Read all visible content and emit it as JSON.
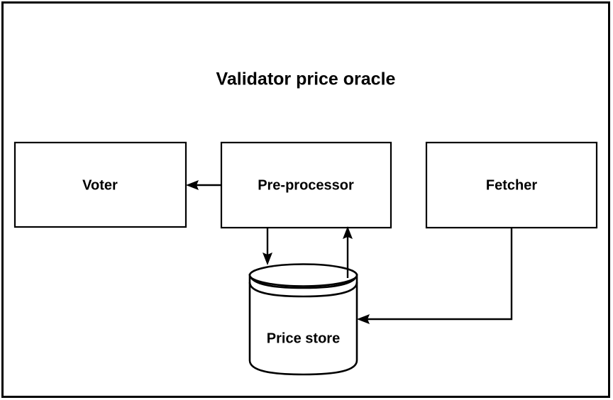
{
  "diagram": {
    "title": "Validator price oracle",
    "type": "block-diagram",
    "frame": {
      "label": "outer-boundary"
    },
    "nodes": [
      {
        "id": "voter",
        "label": "Voter",
        "shape": "rectangle"
      },
      {
        "id": "pre-processor",
        "label": "Pre-processor",
        "shape": "rectangle"
      },
      {
        "id": "fetcher",
        "label": "Fetcher",
        "shape": "rectangle"
      },
      {
        "id": "price-store",
        "label": "Price store",
        "shape": "cylinder"
      }
    ],
    "edges": [
      {
        "from": "pre-processor",
        "to": "voter",
        "direction": "left",
        "style": "solid-arrow"
      },
      {
        "from": "pre-processor",
        "to": "price-store",
        "direction": "down",
        "style": "solid-arrow"
      },
      {
        "from": "price-store",
        "to": "pre-processor",
        "direction": "up",
        "style": "solid-arrow"
      },
      {
        "from": "fetcher",
        "to": "price-store",
        "direction": "down-then-left",
        "style": "solid-arrow"
      }
    ],
    "colors": {
      "background": "#ffffff",
      "stroke": "#000000",
      "text": "#000000",
      "fill": "#ffffff"
    }
  }
}
